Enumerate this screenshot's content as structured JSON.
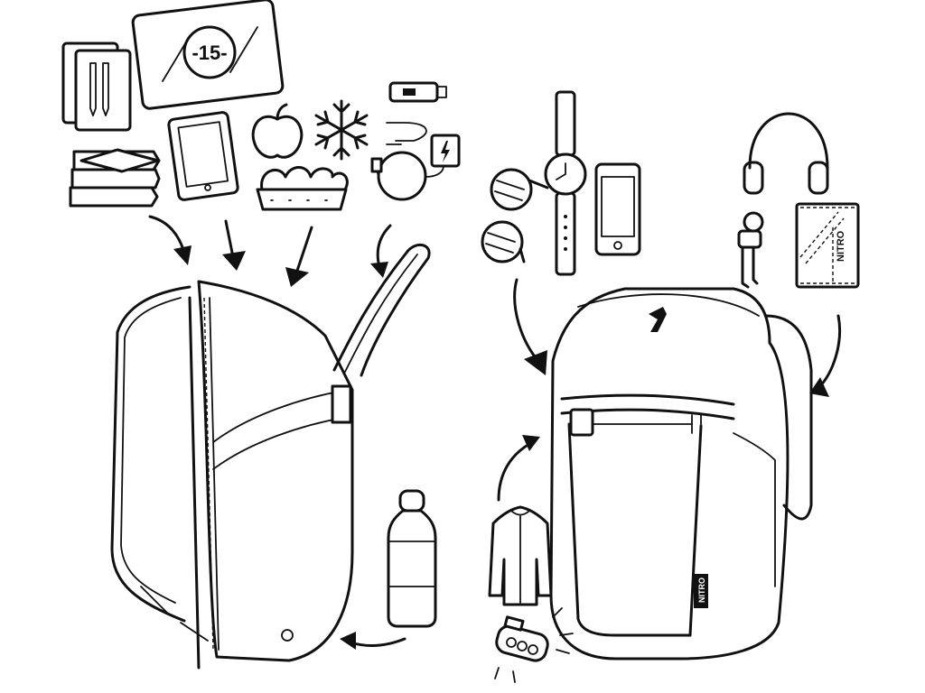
{
  "illustration": {
    "coupon_label": "-15-",
    "wallet_brand": "NITRO",
    "backpack_brand": "NITRO",
    "line_color": "#111111",
    "background": "#ffffff"
  }
}
